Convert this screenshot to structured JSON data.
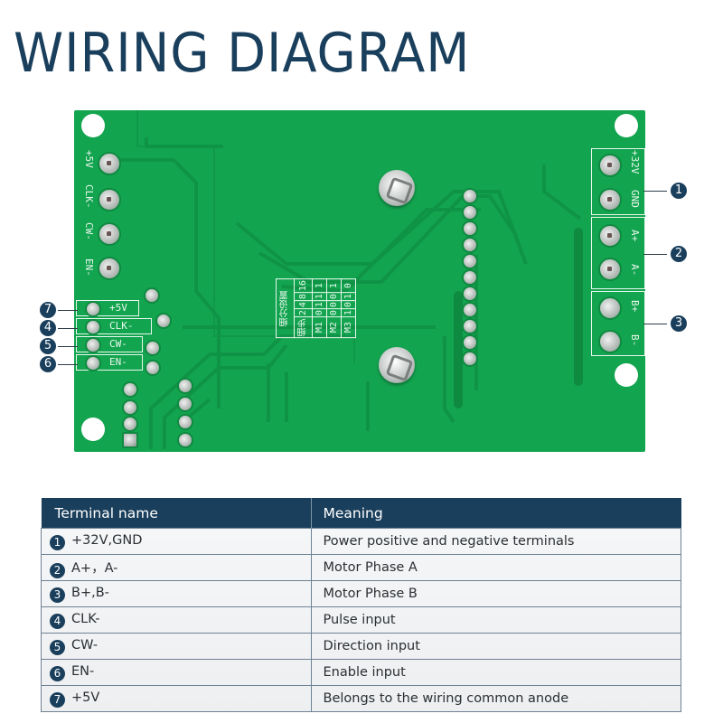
{
  "title": "WIRING DIAGRAM",
  "board": {
    "left_terminals": [
      "+5V",
      "CLK-",
      "CW-",
      "EN-"
    ],
    "left_callouts": [
      {
        "badge": "7",
        "label": "+5V"
      },
      {
        "badge": "4",
        "label": "CLK-"
      },
      {
        "badge": "5",
        "label": "CW-"
      },
      {
        "badge": "6",
        "label": "EN-"
      }
    ],
    "right_terminals": [
      {
        "badge": "1",
        "labels": [
          "+32V",
          "GND"
        ]
      },
      {
        "badge": "2",
        "labels": [
          "A+",
          "A-"
        ]
      },
      {
        "badge": "3",
        "labels": [
          "B+",
          "B-"
        ]
      }
    ],
    "microstep_table": {
      "title": "细分设置",
      "headers": [
        "细步",
        "M1",
        "M2",
        "M3"
      ],
      "rows": [
        [
          "2",
          "0",
          "0",
          "1"
        ],
        [
          "4",
          "1",
          "0",
          "0"
        ],
        [
          "8",
          "1",
          "0",
          "1"
        ],
        [
          "16",
          "1",
          "1",
          "0"
        ]
      ]
    }
  },
  "table": {
    "headers": [
      "Terminal name",
      "Meaning"
    ],
    "rows": [
      {
        "badge": "1",
        "name": "+32V,GND",
        "meaning": "Power positive and negative terminals"
      },
      {
        "badge": "2",
        "name": "A+，A-",
        "meaning": "Motor Phase A"
      },
      {
        "badge": "3",
        "name": "B+,B-",
        "meaning": "Motor Phase B"
      },
      {
        "badge": "4",
        "name": "CLK-",
        "meaning": "Pulse input"
      },
      {
        "badge": "5",
        "name": "CW-",
        "meaning": "Direction input"
      },
      {
        "badge": "6",
        "name": "EN-",
        "meaning": "Enable input"
      },
      {
        "badge": "7",
        "name": "+5V",
        "meaning": "Belongs to the wiring common anode"
      }
    ]
  },
  "colors": {
    "brand": "#1a3f5c",
    "pcb": "#13a44f"
  }
}
